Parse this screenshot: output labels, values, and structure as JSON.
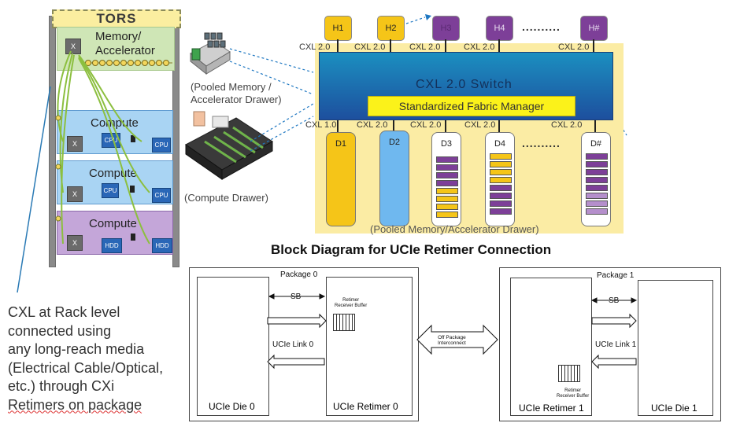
{
  "rack": {
    "tors_label": "TORS",
    "memory_tray_label": "Memory/\nAccelerator",
    "compute_trays": [
      {
        "label": "Compute",
        "chips": [
          "CPU",
          "CPU"
        ]
      },
      {
        "label": "Compute",
        "chips": [
          "CPU",
          "CPU"
        ]
      },
      {
        "label": "Compute",
        "chips": [
          "HDD",
          "HDD"
        ]
      }
    ],
    "retimer_glyph": "X",
    "caption_lines": [
      "CXL at Rack level",
      "connected using",
      "any long-reach media",
      "(Electrical Cable/Optical,",
      "etc.) through CXi",
      "Retimers on package"
    ]
  },
  "drawers": {
    "pooled_label_1": "(Pooled Memory /",
    "pooled_label_2": "Accelerator Drawer)",
    "compute_label": "(Compute Drawer)"
  },
  "switch_diagram": {
    "hosts": [
      "H1",
      "H2",
      "H3",
      "H4",
      "H#"
    ],
    "host_ellipsis": "..........",
    "host_link_labels": [
      "CXL 2.0",
      "CXL 2.0",
      "CXL 2.0",
      "CXL 2.0",
      "CXL 2.0"
    ],
    "switch_label": "CXL 2.0 Switch",
    "fabric_manager_label": "Standardized Fabric Manager",
    "device_link_labels": [
      "CXL 1.0",
      "CXL 2.0",
      "CXL 2.0",
      "CXL 2.0",
      "CXL 2.0"
    ],
    "devices": [
      "D1",
      "D2",
      "D3",
      "D4",
      "D#"
    ],
    "device_ellipsis": "..........",
    "footer_label": "(Pooled Memory/Accelerator Drawer)",
    "colors": {
      "background": "#fbeca4",
      "switch_top": "#1b8fc0",
      "switch_bottom": "#1d4f9e",
      "fabric_manager": "#fbf21a",
      "d1": "#f5c518",
      "d2": "#6fb8ef",
      "purple": "#7d3f98",
      "yellow": "#f5c518"
    }
  },
  "block_diagram": {
    "title": "Block Diagram for UCIe Retimer Connection",
    "package0": {
      "label": "Package 0",
      "die": "UCIe Die 0",
      "retimer": "UCIe Retimer 0",
      "sb": "SB",
      "link": "UCIe Link 0",
      "buffer_label": "Retimer\nReceiver Buffer"
    },
    "interconnect_label": "Off Package\nInterconnect",
    "package1": {
      "label": "Package 1",
      "die": "UCIe Die 1",
      "retimer": "UCIe Retimer 1",
      "sb": "SB",
      "link": "UCIe Link 1",
      "buffer_label": "Retimer\nReceiver Buffer"
    }
  }
}
